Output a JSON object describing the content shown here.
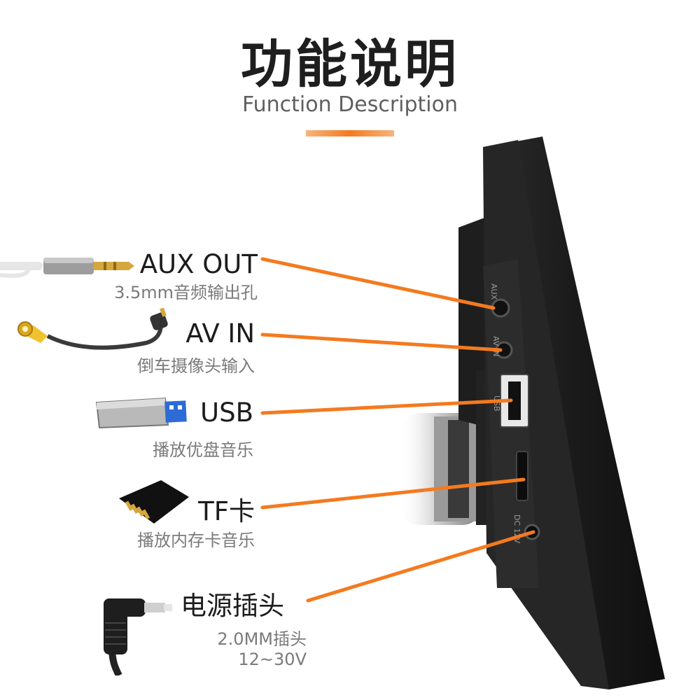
{
  "header": {
    "title": "功能说明",
    "subtitle": "Function Description"
  },
  "ports": [
    {
      "name": "AUX OUT",
      "desc": "3.5mm音频输出孔"
    },
    {
      "name": "AV IN",
      "desc": "倒车摄像头输入"
    },
    {
      "name": "USB",
      "desc": "播放优盘音乐"
    },
    {
      "name": "TF卡",
      "desc": "播放内存卡音乐"
    },
    {
      "name": "电源插头",
      "desc_line1": "2.0MM插头",
      "desc_line2": "12~30V"
    }
  ],
  "device_markings": [
    "AUX",
    "AV IN",
    "USB",
    "DC 12V"
  ],
  "colors": {
    "accent": "#f47a1f",
    "accent_light": "#f9b47a",
    "title_text": "#1e1e1e",
    "subtitle_text": "#5f5f5f",
    "device_body": "#1f1f1f"
  },
  "icons": [
    "aux-cable-icon",
    "rca-cable-icon",
    "usb-drive-icon",
    "tf-card-icon",
    "dc-plug-icon"
  ]
}
